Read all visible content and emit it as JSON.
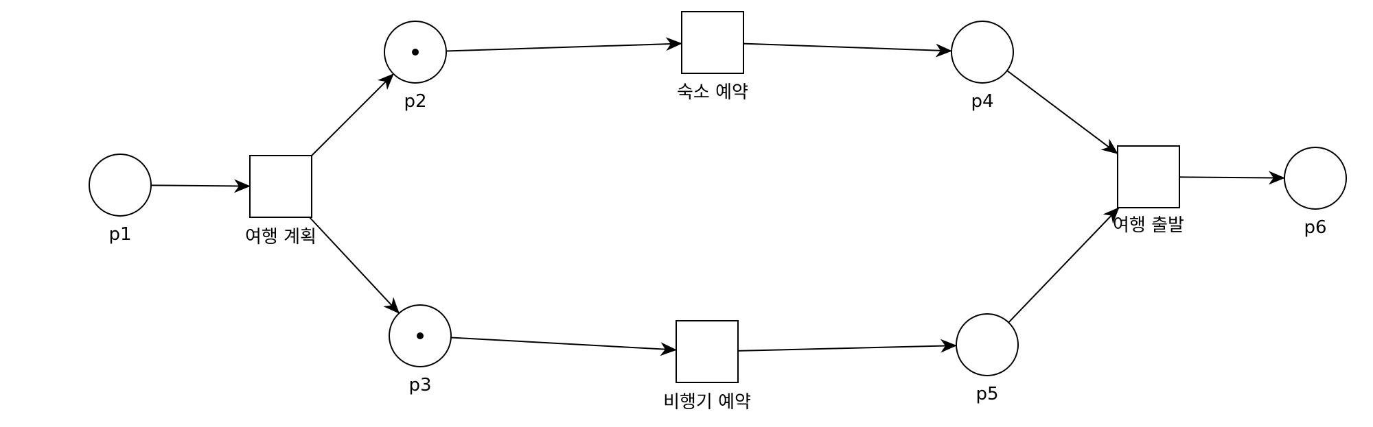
{
  "diagram": {
    "places": [
      {
        "id": "p1",
        "label": "p1",
        "tokens": 0
      },
      {
        "id": "p2",
        "label": "p2",
        "tokens": 1
      },
      {
        "id": "p3",
        "label": "p3",
        "tokens": 1
      },
      {
        "id": "p4",
        "label": "p4",
        "tokens": 0
      },
      {
        "id": "p5",
        "label": "p5",
        "tokens": 0
      },
      {
        "id": "p6",
        "label": "p6",
        "tokens": 0
      }
    ],
    "transitions": [
      {
        "id": "t1",
        "label": "여행 계획"
      },
      {
        "id": "t2",
        "label": "숙소 예약"
      },
      {
        "id": "t3",
        "label": "비행기 예약"
      },
      {
        "id": "t4",
        "label": "여행 출발"
      }
    ],
    "arcs": [
      {
        "from": "p1",
        "to": "t1"
      },
      {
        "from": "t1",
        "to": "p2"
      },
      {
        "from": "t1",
        "to": "p3"
      },
      {
        "from": "p2",
        "to": "t2"
      },
      {
        "from": "t2",
        "to": "p4"
      },
      {
        "from": "p3",
        "to": "t3"
      },
      {
        "from": "t3",
        "to": "p5"
      },
      {
        "from": "p4",
        "to": "t4"
      },
      {
        "from": "p5",
        "to": "t4"
      },
      {
        "from": "t4",
        "to": "p6"
      }
    ]
  }
}
